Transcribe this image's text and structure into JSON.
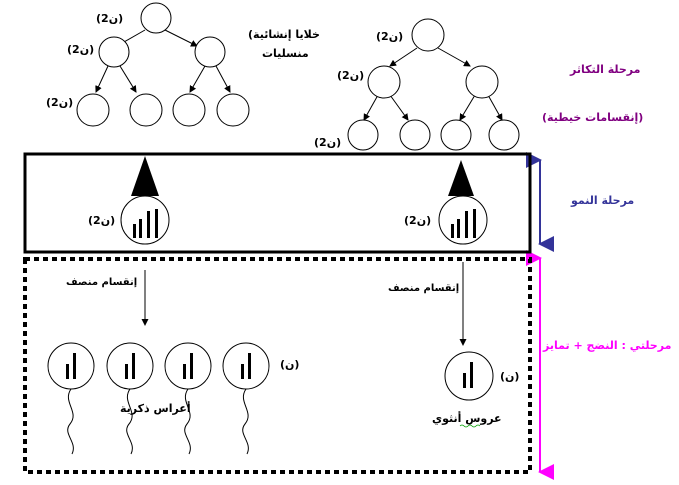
{
  "colors": {
    "multiplication": "#800080",
    "growth": "#333399",
    "maturation": "#ff00ff",
    "line": "#000000"
  },
  "labels": {
    "ploidy_2n": "(2ن)",
    "ploidy_n": "(ن)",
    "diploid_cells_line1": "(خلايا إنشائية",
    "diploid_cells_line2": "منسليات",
    "meiosis": "إنقسام منصف",
    "male_gametes": "أعراس ذكرية",
    "female_gamete": "عروس أنثوي"
  },
  "stages": {
    "multiplication": "مرحلة التكاثر",
    "mitosis": "(إنقسامات خيطية)",
    "growth": "مرحلة النمو",
    "maturation": "مرحلتي : النضج + تمايز"
  }
}
